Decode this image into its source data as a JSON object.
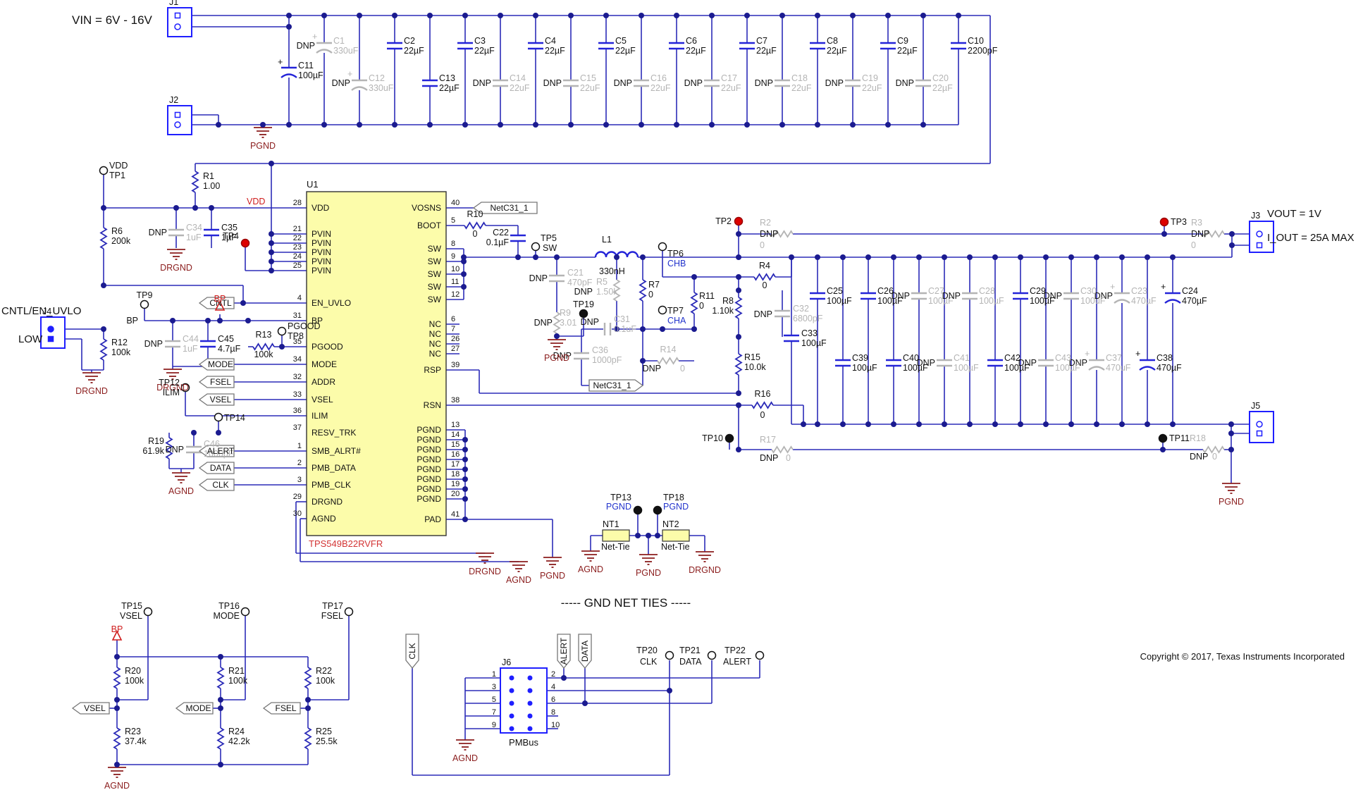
{
  "texts": {
    "vin": "VIN = 6V - 16V",
    "vout": "VOUT = 1V",
    "iout": "I_OUT = 25A MAX",
    "low": "LOW",
    "cntl_en": "CNTL/EN_UVLO",
    "gnd_ties": "----- GND NET TIES -----",
    "pmbus": "PMBus",
    "copyright": "Copyright © 2017, Texas Instruments Incorporated",
    "dnp": "DNP"
  },
  "ic": {
    "ref": "U1",
    "part": "TPS549B22RVFR",
    "left_pins": [
      {
        "num": "28",
        "name": "VDD"
      },
      {
        "num": "21",
        "name": "PVIN"
      },
      {
        "num": "22",
        "name": "PVIN"
      },
      {
        "num": "23",
        "name": "PVIN"
      },
      {
        "num": "24",
        "name": "PVIN"
      },
      {
        "num": "25",
        "name": "PVIN"
      },
      {
        "num": "4",
        "name": "EN_UVLO"
      },
      {
        "num": "31",
        "name": "BP"
      },
      {
        "num": "35",
        "name": "PGOOD"
      },
      {
        "num": "34",
        "name": "MODE"
      },
      {
        "num": "32",
        "name": "ADDR"
      },
      {
        "num": "33",
        "name": "VSEL"
      },
      {
        "num": "36",
        "name": "ILIM"
      },
      {
        "num": "37",
        "name": "RESV_TRK"
      },
      {
        "num": "1",
        "name": "SMB_ALRT#"
      },
      {
        "num": "2",
        "name": "PMB_DATA"
      },
      {
        "num": "3",
        "name": "PMB_CLK"
      },
      {
        "num": "29",
        "name": "DRGND"
      },
      {
        "num": "30",
        "name": "AGND"
      }
    ],
    "right_pins": [
      {
        "num": "40",
        "name": "VOSNS"
      },
      {
        "num": "5",
        "name": "BOOT"
      },
      {
        "num": "8",
        "name": "SW"
      },
      {
        "num": "9",
        "name": "SW"
      },
      {
        "num": "10",
        "name": "SW"
      },
      {
        "num": "11",
        "name": "SW"
      },
      {
        "num": "12",
        "name": "SW"
      },
      {
        "num": "6",
        "name": "NC"
      },
      {
        "num": "7",
        "name": "NC"
      },
      {
        "num": "26",
        "name": "NC"
      },
      {
        "num": "27",
        "name": "NC"
      },
      {
        "num": "39",
        "name": "RSP"
      },
      {
        "num": "38",
        "name": "RSN"
      },
      {
        "num": "13",
        "name": "PGND"
      },
      {
        "num": "14",
        "name": "PGND"
      },
      {
        "num": "15",
        "name": "PGND"
      },
      {
        "num": "16",
        "name": "PGND"
      },
      {
        "num": "17",
        "name": "PGND"
      },
      {
        "num": "18",
        "name": "PGND"
      },
      {
        "num": "19",
        "name": "PGND"
      },
      {
        "num": "20",
        "name": "PGND"
      },
      {
        "num": "41",
        "name": "PAD"
      }
    ]
  },
  "resistors": [
    {
      "ref": "R1",
      "value": "1.00"
    },
    {
      "ref": "R2",
      "value": "0",
      "dnp": true
    },
    {
      "ref": "R3",
      "value": "0",
      "dnp": true
    },
    {
      "ref": "R4",
      "value": "0"
    },
    {
      "ref": "R5",
      "value": "1.50k",
      "dnp": true
    },
    {
      "ref": "R6",
      "value": "200k"
    },
    {
      "ref": "R7",
      "value": "0"
    },
    {
      "ref": "R8",
      "value": "1.10k"
    },
    {
      "ref": "R9",
      "value": "3.01",
      "dnp": true
    },
    {
      "ref": "R10",
      "value": "0"
    },
    {
      "ref": "R11",
      "value": "0"
    },
    {
      "ref": "R12",
      "value": "100k"
    },
    {
      "ref": "R13",
      "value": "100k"
    },
    {
      "ref": "R14",
      "value": "0",
      "dnp": true
    },
    {
      "ref": "R15",
      "value": "10.0k"
    },
    {
      "ref": "R16",
      "value": "0"
    },
    {
      "ref": "R17",
      "value": "0",
      "dnp": true
    },
    {
      "ref": "R18",
      "value": "0",
      "dnp": true
    },
    {
      "ref": "R19",
      "value": "61.9k"
    },
    {
      "ref": "R20",
      "value": "100k"
    },
    {
      "ref": "R21",
      "value": "100k"
    },
    {
      "ref": "R22",
      "value": "100k"
    },
    {
      "ref": "R23",
      "value": "37.4k"
    },
    {
      "ref": "R24",
      "value": "42.2k"
    },
    {
      "ref": "R25",
      "value": "25.5k"
    }
  ],
  "capacitors": [
    {
      "ref": "C1",
      "value": "330uF",
      "dnp": true,
      "pol": true
    },
    {
      "ref": "C2",
      "value": "22µF"
    },
    {
      "ref": "C3",
      "value": "22µF"
    },
    {
      "ref": "C4",
      "value": "22µF"
    },
    {
      "ref": "C5",
      "value": "22µF"
    },
    {
      "ref": "C6",
      "value": "22µF"
    },
    {
      "ref": "C7",
      "value": "22µF"
    },
    {
      "ref": "C8",
      "value": "22µF"
    },
    {
      "ref": "C9",
      "value": "22µF"
    },
    {
      "ref": "C10",
      "value": "2200pF"
    },
    {
      "ref": "C11",
      "value": "100µF",
      "pol": true
    },
    {
      "ref": "C12",
      "value": "330uF",
      "dnp": true,
      "pol": true
    },
    {
      "ref": "C13",
      "value": "22µF"
    },
    {
      "ref": "C14",
      "value": "22uF",
      "dnp": true
    },
    {
      "ref": "C15",
      "value": "22uF",
      "dnp": true
    },
    {
      "ref": "C16",
      "value": "22uF",
      "dnp": true
    },
    {
      "ref": "C17",
      "value": "22uF",
      "dnp": true
    },
    {
      "ref": "C18",
      "value": "22uF",
      "dnp": true
    },
    {
      "ref": "C19",
      "value": "22uF",
      "dnp": true
    },
    {
      "ref": "C20",
      "value": "22µF",
      "dnp": true
    },
    {
      "ref": "C21",
      "value": "470pF",
      "dnp": true
    },
    {
      "ref": "C22",
      "value": "0.1µF"
    },
    {
      "ref": "C23",
      "value": "470µF",
      "dnp": true,
      "pol": true
    },
    {
      "ref": "C24",
      "value": "470µF",
      "pol": true
    },
    {
      "ref": "C25",
      "value": "100µF"
    },
    {
      "ref": "C26",
      "value": "100µF"
    },
    {
      "ref": "C27",
      "value": "100µF",
      "dnp": true
    },
    {
      "ref": "C28",
      "value": "100µF",
      "dnp": true
    },
    {
      "ref": "C29",
      "value": "100µF"
    },
    {
      "ref": "C30",
      "value": "100uF",
      "dnp": true
    },
    {
      "ref": "C31",
      "value": "0.1uF",
      "dnp": true
    },
    {
      "ref": "C32",
      "value": "6800pF",
      "dnp": true
    },
    {
      "ref": "C33",
      "value": "100µF"
    },
    {
      "ref": "C34",
      "value": "1uF",
      "dnp": true
    },
    {
      "ref": "C35",
      "value": "1µF"
    },
    {
      "ref": "C36",
      "value": "1000pF",
      "dnp": true
    },
    {
      "ref": "C37",
      "value": "470uF",
      "dnp": true,
      "pol": true
    },
    {
      "ref": "C38",
      "value": "470µF",
      "pol": true
    },
    {
      "ref": "C39",
      "value": "100µF"
    },
    {
      "ref": "C40",
      "value": "100µF"
    },
    {
      "ref": "C41",
      "value": "100µF",
      "dnp": true
    },
    {
      "ref": "C42",
      "value": "100µF"
    },
    {
      "ref": "C43",
      "value": "100µF",
      "dnp": true
    },
    {
      "ref": "C44",
      "value": "1uF",
      "dnp": true
    },
    {
      "ref": "C45",
      "value": "4.7µF"
    },
    {
      "ref": "C46",
      "value": "1000pF",
      "dnp": true
    }
  ],
  "inductors": [
    {
      "ref": "L1",
      "value": "330nH"
    }
  ],
  "connectors": [
    {
      "ref": "J1"
    },
    {
      "ref": "J2"
    },
    {
      "ref": "J3"
    },
    {
      "ref": "J4"
    },
    {
      "ref": "J5"
    },
    {
      "ref": "J6",
      "pins": [
        "1",
        "3",
        "5",
        "7",
        "9",
        "2",
        "4",
        "6",
        "8",
        "10"
      ]
    }
  ],
  "net_ties": [
    {
      "ref": "NT1",
      "label": "Net-Tie"
    },
    {
      "ref": "NT2",
      "label": "Net-Tie"
    }
  ],
  "test_points": [
    {
      "ref": "TP1",
      "sub": "VDD"
    },
    {
      "ref": "TP2"
    },
    {
      "ref": "TP3"
    },
    {
      "ref": "TP4"
    },
    {
      "ref": "TP5",
      "sub": "SW"
    },
    {
      "ref": "TP6",
      "sub": "CHB"
    },
    {
      "ref": "TP7",
      "sub": "CHA"
    },
    {
      "ref": "TP8",
      "sub": "PGOOD"
    },
    {
      "ref": "TP9",
      "sub": "BP"
    },
    {
      "ref": "TP10"
    },
    {
      "ref": "TP11"
    },
    {
      "ref": "TP12",
      "sub": "ILIM"
    },
    {
      "ref": "TP13",
      "sub": "PGND"
    },
    {
      "ref": "TP14"
    },
    {
      "ref": "TP15",
      "sub": "VSEL"
    },
    {
      "ref": "TP16",
      "sub": "MODE"
    },
    {
      "ref": "TP17",
      "sub": "FSEL"
    },
    {
      "ref": "TP18",
      "sub": "PGND"
    },
    {
      "ref": "TP19"
    },
    {
      "ref": "TP20",
      "sub": "CLK"
    },
    {
      "ref": "TP21",
      "sub": "DATA"
    },
    {
      "ref": "TP22",
      "sub": "ALERT"
    }
  ],
  "net_flags": [
    "CNTL",
    "MODE",
    "FSEL",
    "VSEL",
    "ALERT",
    "DATA",
    "CLK",
    "VSEL",
    "MODE",
    "FSEL",
    "NetC31_1",
    "NetC31_1",
    "CLK",
    "ALERT",
    "DATA"
  ],
  "net_labels": [
    "VDD",
    "BP",
    "BP"
  ],
  "grounds": [
    "PGND",
    "DRGND",
    "DRGND",
    "DRGND",
    "AGND",
    "DRGND",
    "AGND",
    "PGND",
    "PGND",
    "AGND",
    "PGND",
    "DRGND",
    "PGND",
    "AGND",
    "AGND"
  ],
  "colors": {
    "wire": "#2b2bb8",
    "dot": "#1b1b90",
    "component": "#2424d8",
    "connector": "#1f1fff",
    "dnp": "#b4b4b4",
    "ic_fill": "#fcfcaa",
    "ground": "#8b1d1d",
    "net_red": "#cf1d1d",
    "blue_label": "#2233cc",
    "part_red": "#d33333",
    "text": "#111111"
  }
}
